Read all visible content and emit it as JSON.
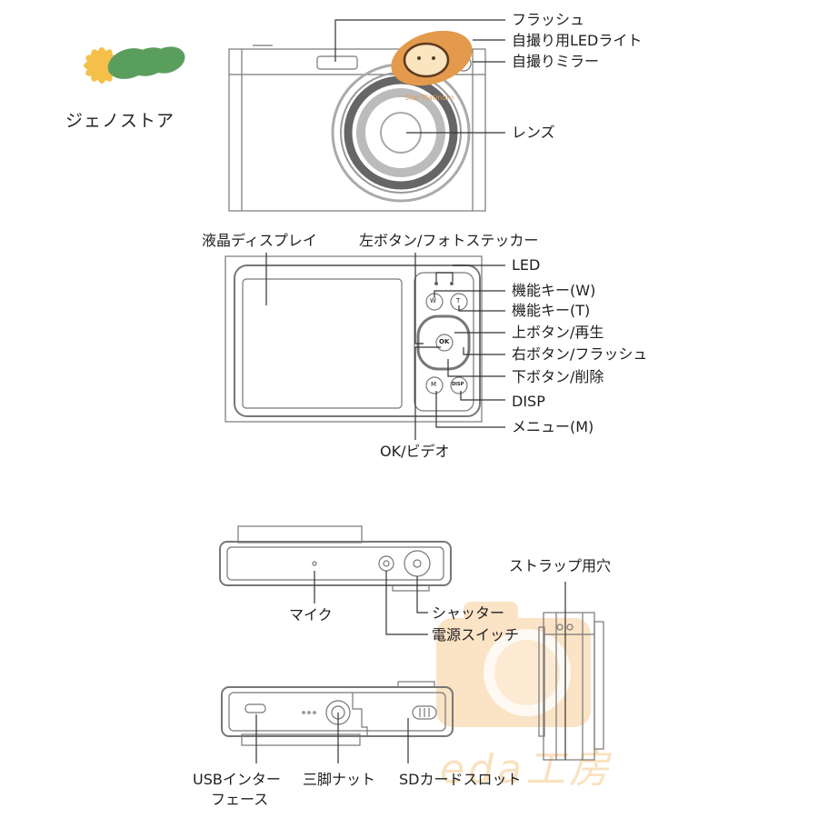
{
  "brand": {
    "name": "ジェノストア",
    "colors": {
      "flower": "#f5c04a",
      "leaf": "#5a9e5e"
    }
  },
  "watermark": {
    "text": "eda工房",
    "sticker_text": "Star Platinum",
    "color": "#f6c98a"
  },
  "front_view": {
    "labels": {
      "flash": "フラッシュ",
      "selfie_led": "自撮り用LEDライト",
      "selfie_mirror": "自撮りミラー",
      "lens": "レンズ"
    }
  },
  "back_view": {
    "labels": {
      "lcd": "液晶ディスプレイ",
      "left_button": "左ボタン/フォトステッカー",
      "led": "LED",
      "func_w": "機能キー(W)",
      "func_t": "機能キー(T)",
      "up_button": "上ボタン/再生",
      "right_button": "右ボタン/フラッシュ",
      "down_button": "下ボタン/削除",
      "disp": "DISP",
      "menu": "メニュー(M)",
      "ok": "OK/ビデオ"
    },
    "button_glyphs": {
      "w": "W",
      "t": "T",
      "ok": "OK",
      "m": "M",
      "disp": "DISP"
    }
  },
  "top_view": {
    "labels": {
      "mic": "マイク",
      "shutter": "シャッター",
      "power": "電源スイッチ"
    }
  },
  "side_view": {
    "labels": {
      "strap": "ストラップ用穴"
    }
  },
  "bottom_view": {
    "labels": {
      "usb_line1": "USBインター",
      "usb_line2": "フェース",
      "tripod": "三脚ナット",
      "sd": "SDカードスロット"
    }
  }
}
